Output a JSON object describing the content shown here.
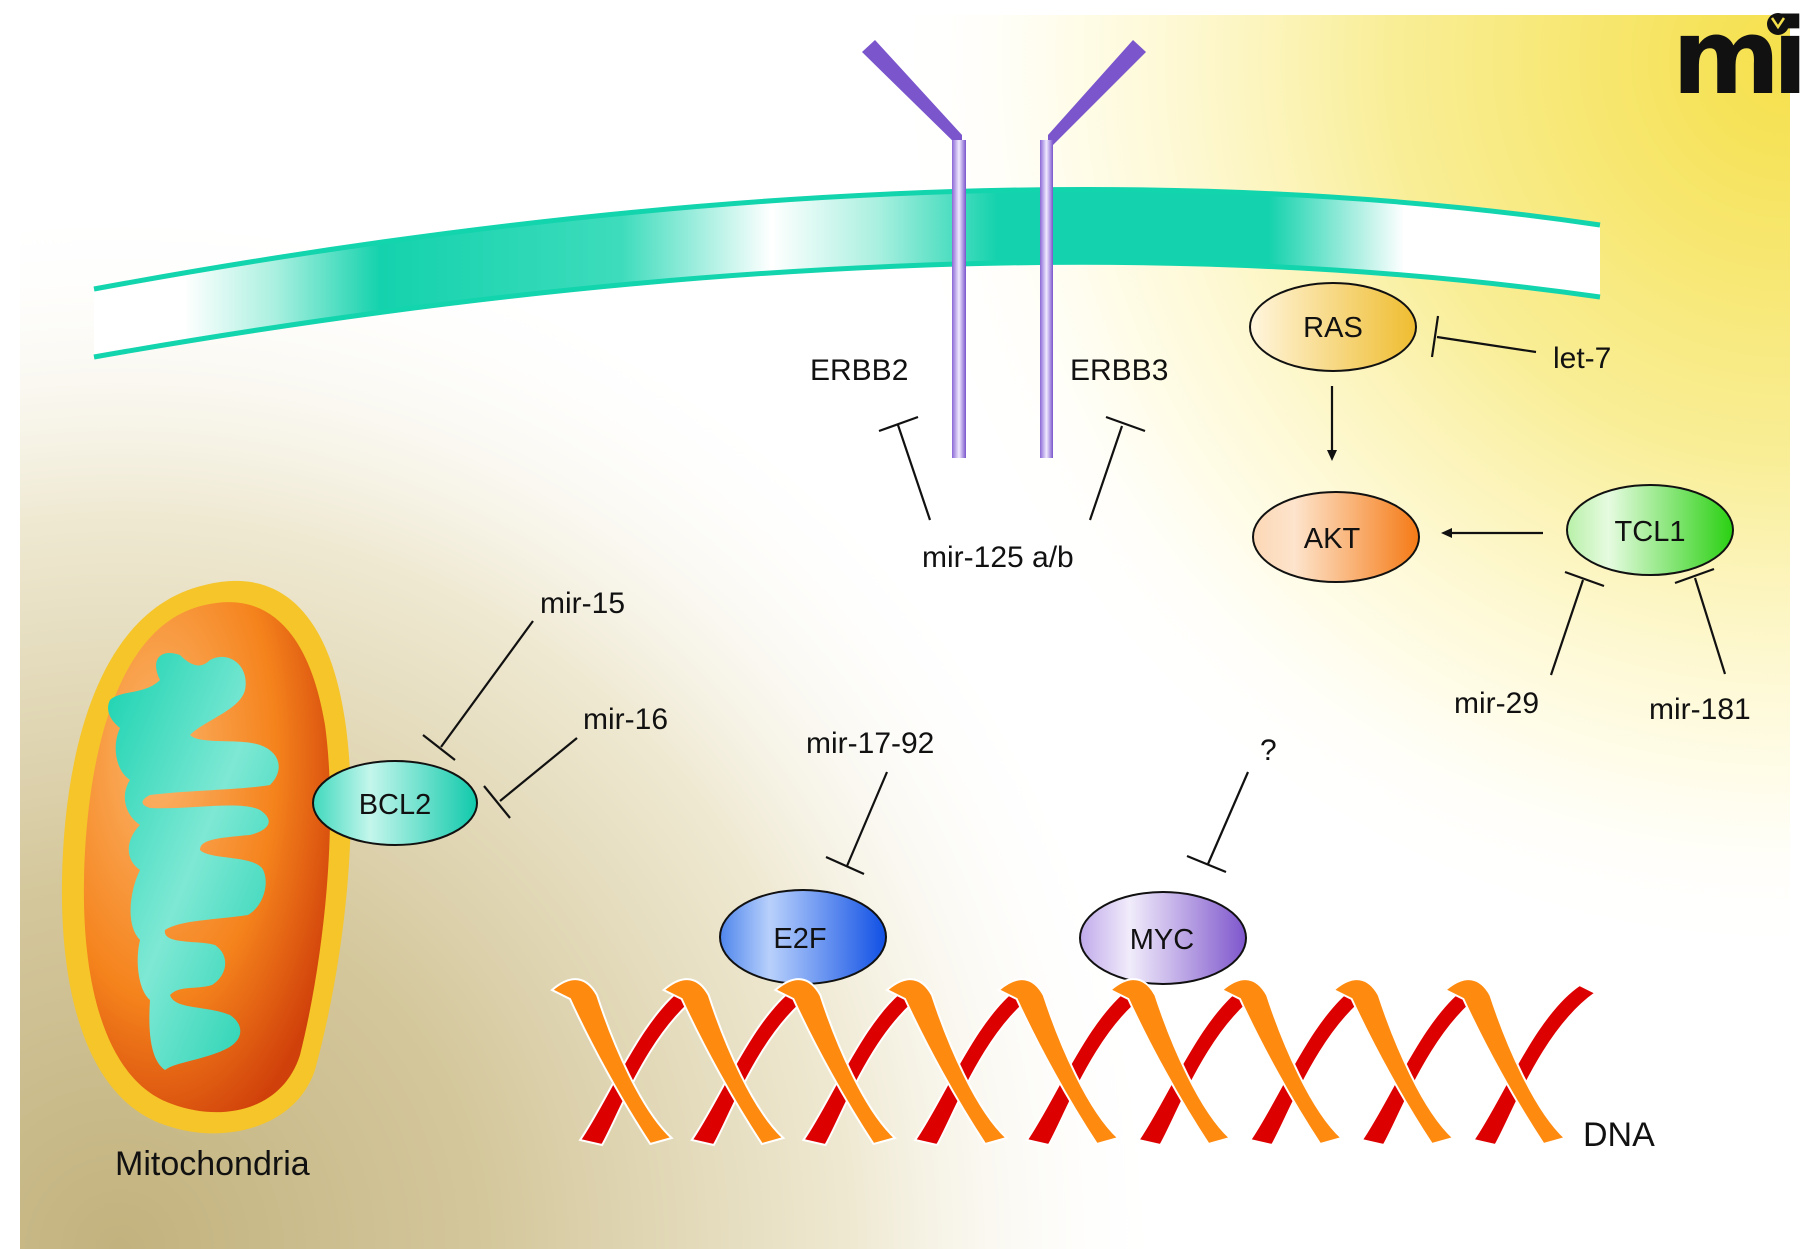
{
  "logo": {
    "text": "mi"
  },
  "receptors": {
    "left": {
      "label": "ERBB2"
    },
    "right": {
      "label": "ERBB3"
    },
    "regulator": {
      "label": "mir-125 a/b"
    }
  },
  "nodes": {
    "ras": {
      "label": "RAS",
      "color": "#f3c640"
    },
    "akt": {
      "label": "AKT",
      "color": "#f57f22"
    },
    "tcl1": {
      "label": "TCL1",
      "color": "#33d11c"
    },
    "bcl2": {
      "label": "BCL2",
      "color": "#14cdb0"
    },
    "e2f": {
      "label": "E2F",
      "color": "#1e60e6"
    },
    "myc": {
      "label": "MYC",
      "color": "#8a5fd0"
    }
  },
  "regulators": {
    "let7": "let-7",
    "mir29": "mir-29",
    "mir181": "mir-181",
    "mir15": "mir-15",
    "mir16": "mir-16",
    "mir1792": "mir-17-92",
    "unknown": "?"
  },
  "structures": {
    "mitochondria": "Mitochondria",
    "dna": "DNA"
  },
  "interactions": [
    {
      "from": "let-7",
      "to": "RAS",
      "type": "inhibition"
    },
    {
      "from": "RAS",
      "to": "AKT",
      "type": "activation"
    },
    {
      "from": "TCL1",
      "to": "AKT",
      "type": "activation"
    },
    {
      "from": "mir-29",
      "to": "TCL1",
      "type": "inhibition"
    },
    {
      "from": "mir-181",
      "to": "TCL1",
      "type": "inhibition"
    },
    {
      "from": "mir-125 a/b",
      "to": "ERBB2",
      "type": "inhibition"
    },
    {
      "from": "mir-125 a/b",
      "to": "ERBB3",
      "type": "inhibition"
    },
    {
      "from": "mir-15",
      "to": "BCL2",
      "type": "inhibition"
    },
    {
      "from": "mir-16",
      "to": "BCL2",
      "type": "inhibition"
    },
    {
      "from": "mir-17-92",
      "to": "E2F",
      "type": "inhibition"
    },
    {
      "from": "?",
      "to": "MYC",
      "type": "inhibition"
    }
  ],
  "colors": {
    "membrane": "#12d4ad",
    "receptor": "#7a55cc",
    "dna_strand_a": "#ff8a10",
    "dna_strand_b": "#dd0000",
    "cytoplasm_yellow": "#f5e04a",
    "cytoplasm_tan": "#cdbf8e"
  }
}
